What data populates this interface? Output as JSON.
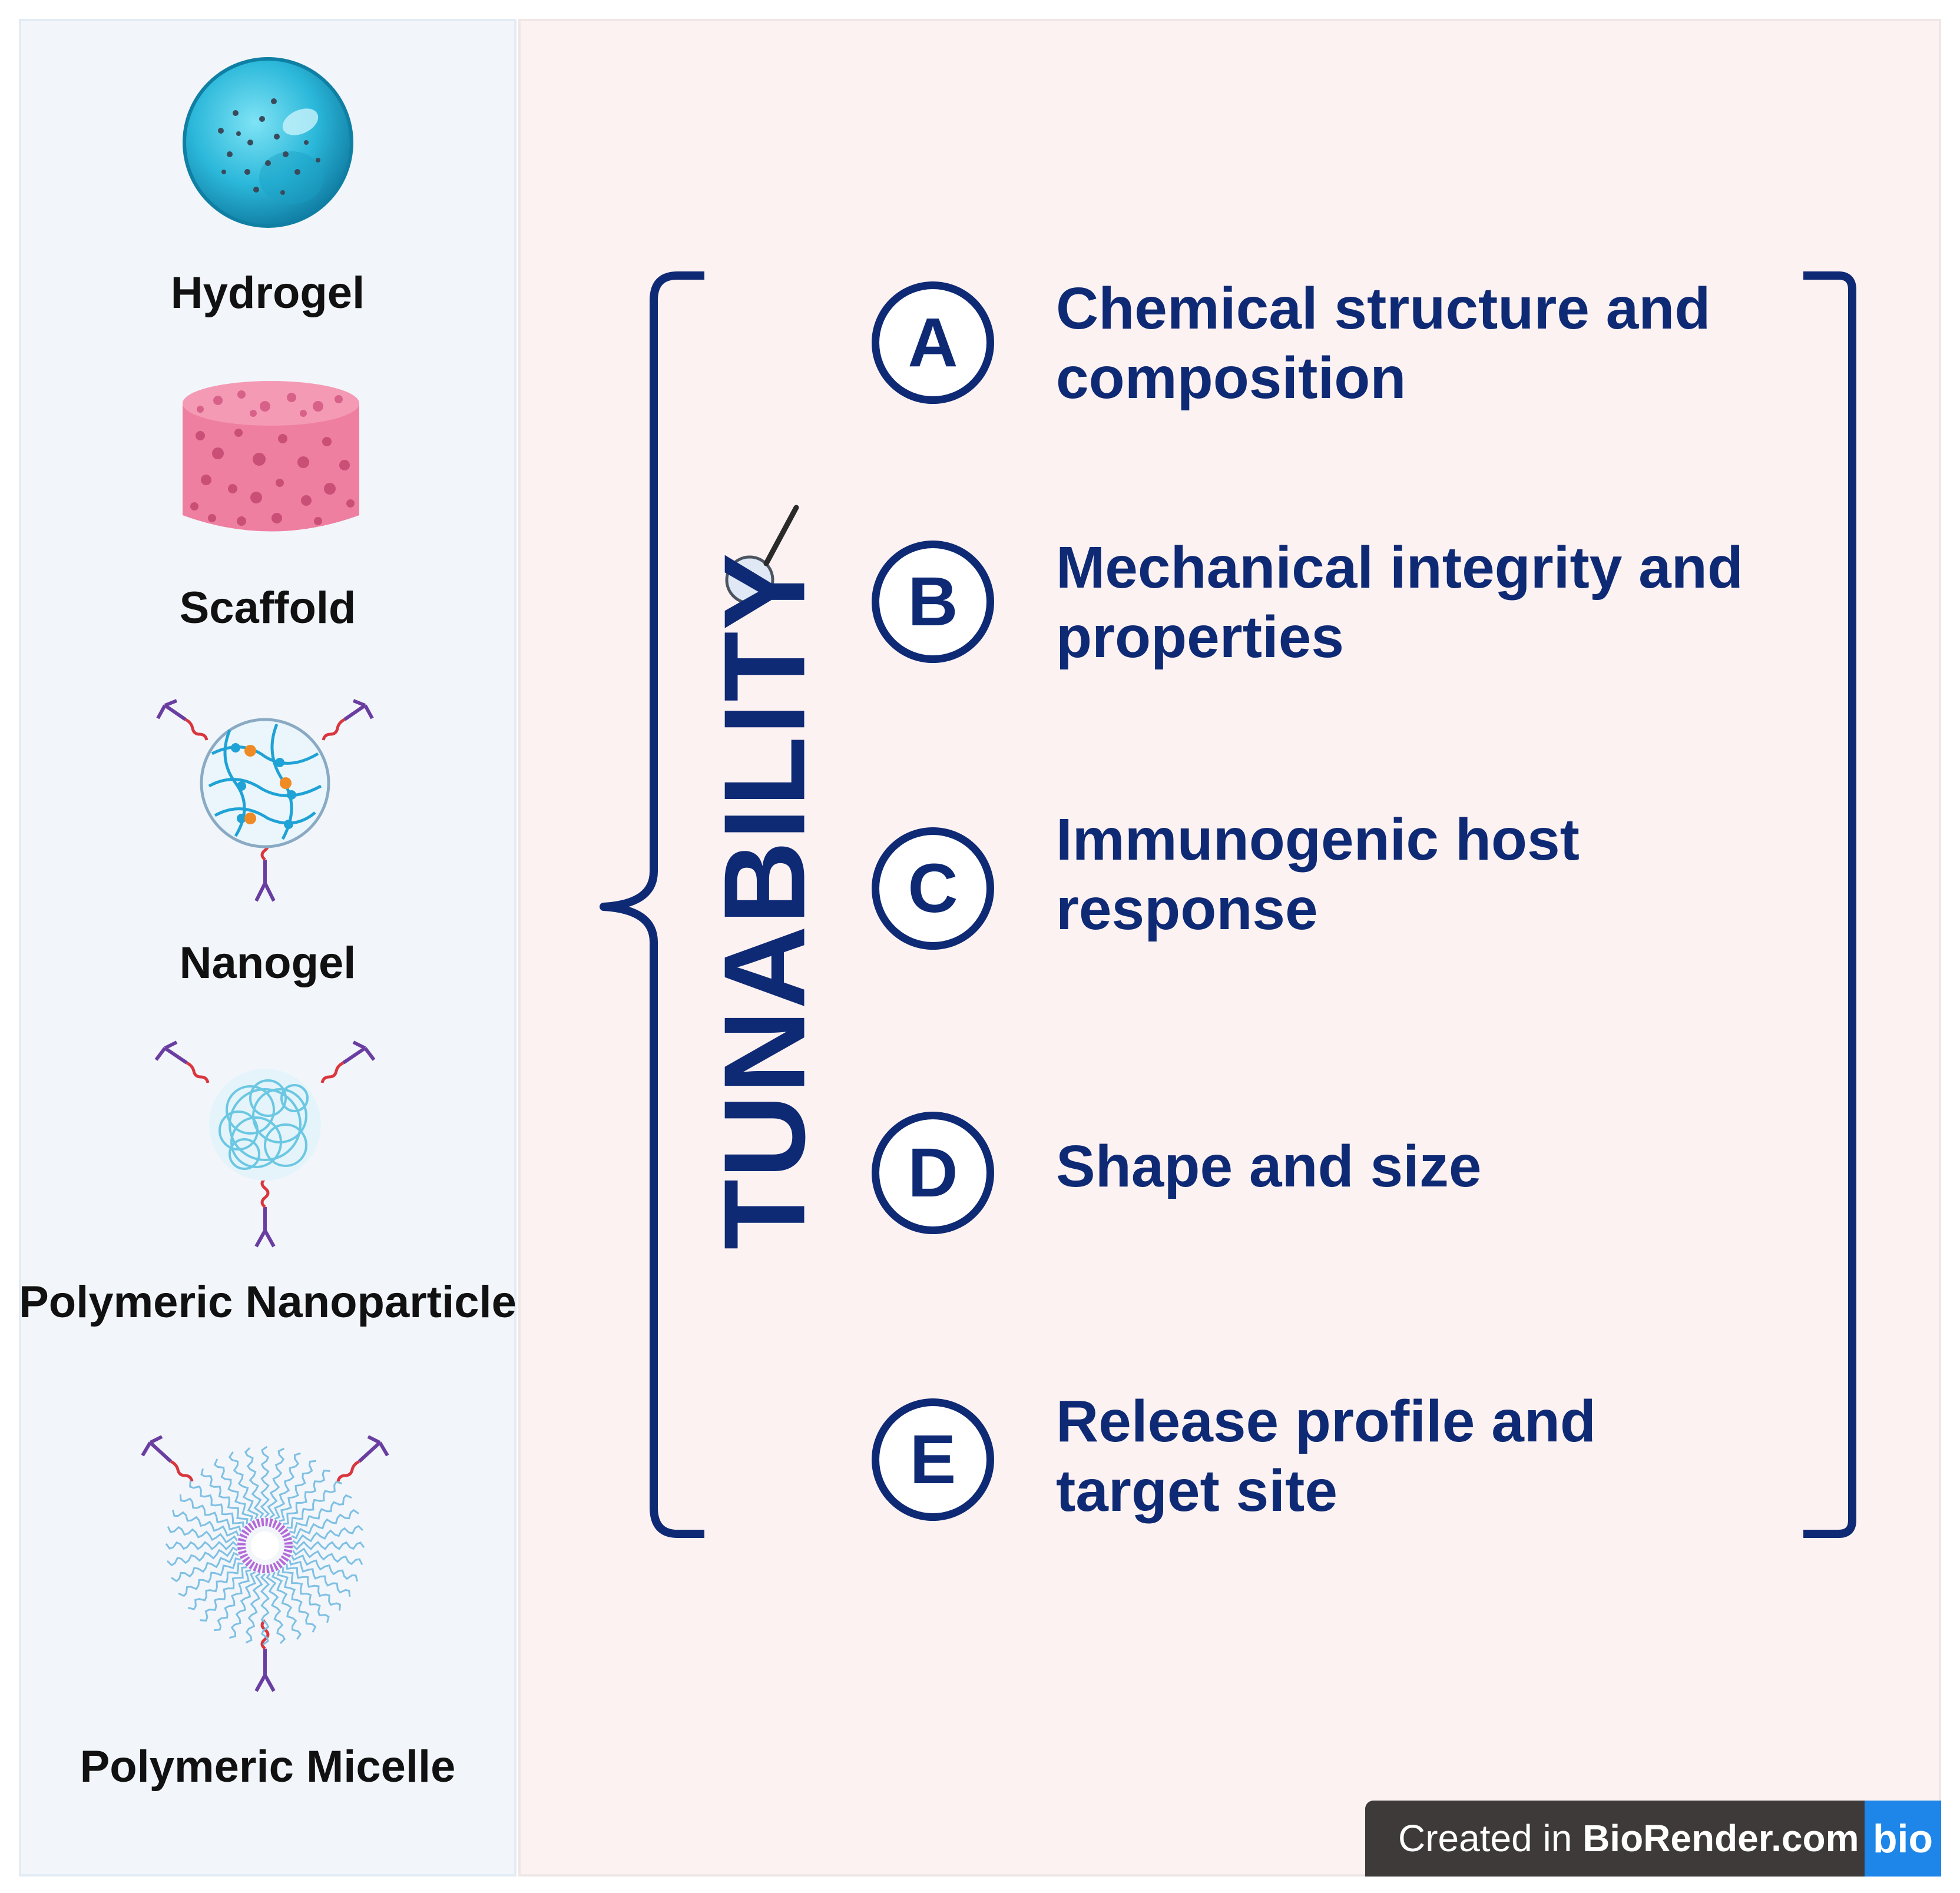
{
  "materials": [
    {
      "label": "Hydrogel",
      "icon": "hydrogel-sphere-icon"
    },
    {
      "label": "Scaffold",
      "icon": "porous-scaffold-icon"
    },
    {
      "label": "Nanogel",
      "icon": "nanogel-network-icon"
    },
    {
      "label": "Polymeric Nanoparticle",
      "icon": "polymeric-nanoparticle-icon"
    },
    {
      "label": "Polymeric Micelle",
      "icon": "polymeric-micelle-icon"
    }
  ],
  "tunability_label": "TUNABILITY",
  "items": [
    {
      "letter": "A",
      "text": "Chemical structure and composition"
    },
    {
      "letter": "B",
      "text": "Mechanical integrity and properties"
    },
    {
      "letter": "C",
      "text": "Immunogenic host response"
    },
    {
      "letter": "D",
      "text": "Shape and size"
    },
    {
      "letter": "E",
      "text": "Release profile and target site"
    }
  ],
  "footer": {
    "prefix": "Created in ",
    "brand": "BioRender.com",
    "logo": "bio"
  },
  "colors": {
    "navy": "#0f2a75",
    "left_bg": "#f2f6fb",
    "right_bg": "#fdf2f2",
    "hydrogel": "#2bb8da",
    "scaffold": "#ef7fa0",
    "footer_bg": "#3d3a39",
    "logo_bg": "#1d86e8"
  }
}
